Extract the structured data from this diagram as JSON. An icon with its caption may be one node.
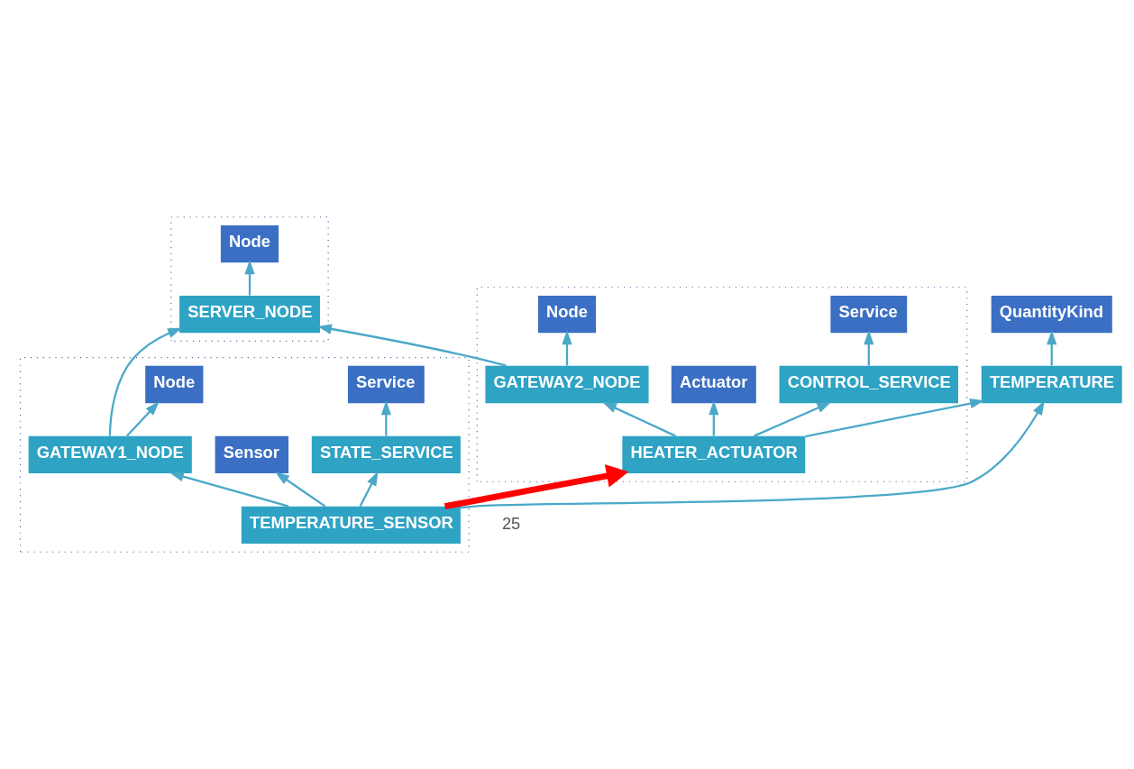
{
  "diagram": {
    "nodes": [
      {
        "text": [],
        "shape": "box"
      },
      {
        "text": [
          "Node"
        ],
        "in": 0
      },
      {
        "text": [
          "SERVER_NODE"
        ],
        "in": 0
      },
      {
        "text": [],
        "shape": "box"
      },
      {
        "text": [
          "Node"
        ],
        "in": 3
      },
      {
        "text": [
          "GATEWAY1_NODE"
        ],
        "in": 3
      },
      {
        "text": [
          "Sensor"
        ],
        "in": 3
      },
      {
        "text": [
          "TEMPERATURE_SENSOR"
        ],
        "in": 3
      },
      {
        "text": [
          "Service"
        ],
        "in": 3
      },
      {
        "text": [
          "STATE_SERVICE"
        ],
        "in": 3
      },
      {
        "text": [],
        "shape": "box"
      },
      {
        "text": [
          "Node"
        ],
        "in": 10
      },
      {
        "text": [
          "GATEWAY2_NODE"
        ],
        "in": 10
      },
      {
        "text": [
          "Actuator"
        ],
        "in": 10
      },
      {
        "text": [
          "HEATER_ACTUATOR"
        ],
        "in": 10
      },
      {
        "text": [
          "Service"
        ],
        "in": 10
      },
      {
        "text": [
          "CONTROL_SERVICE"
        ],
        "in": 10
      },
      {
        "text": [
          "TEMPERATURE"
        ]
      },
      {
        "text": [
          "QuantityKind"
        ]
      }
    ],
    "edges": [
      {
        "from": 2,
        "to": 1,
        "arrow": "to"
      },
      {
        "from": 5,
        "to": 2,
        "arrow": "to"
      },
      {
        "from": 12,
        "to": 2,
        "arrow": "to"
      },
      {
        "from": 5,
        "to": 4,
        "arrow": "to"
      },
      {
        "from": 12,
        "to": 11,
        "arrow": "to"
      },
      {
        "from": 7,
        "to": 6,
        "arrow": "to"
      },
      {
        "from": 7,
        "to": 5,
        "arrow": "to"
      },
      {
        "from": 7,
        "to": 9,
        "arrow": "to"
      },
      {
        "from": 7,
        "to": 17,
        "arrow": "to"
      },
      {
        "from": 7,
        "to": 14,
        "arrow": "to",
        "style": "thick",
        "color": "#ff0000"
      },
      {
        "from": 14,
        "to": 12,
        "arrow": "to"
      },
      {
        "from": 14,
        "to": 13,
        "arrow": "to"
      },
      {
        "from": 14,
        "to": 16,
        "arrow": "to"
      },
      {
        "from": 14,
        "to": 17,
        "arrow": "to"
      },
      {
        "from": 9,
        "to": 8,
        "arrow": "to"
      },
      {
        "from": 16,
        "to": 15,
        "arrow": "to"
      },
      {
        "from": 17,
        "to": 18,
        "arrow": "to"
      }
    ],
    "labels": [
      "25"
    ]
  }
}
